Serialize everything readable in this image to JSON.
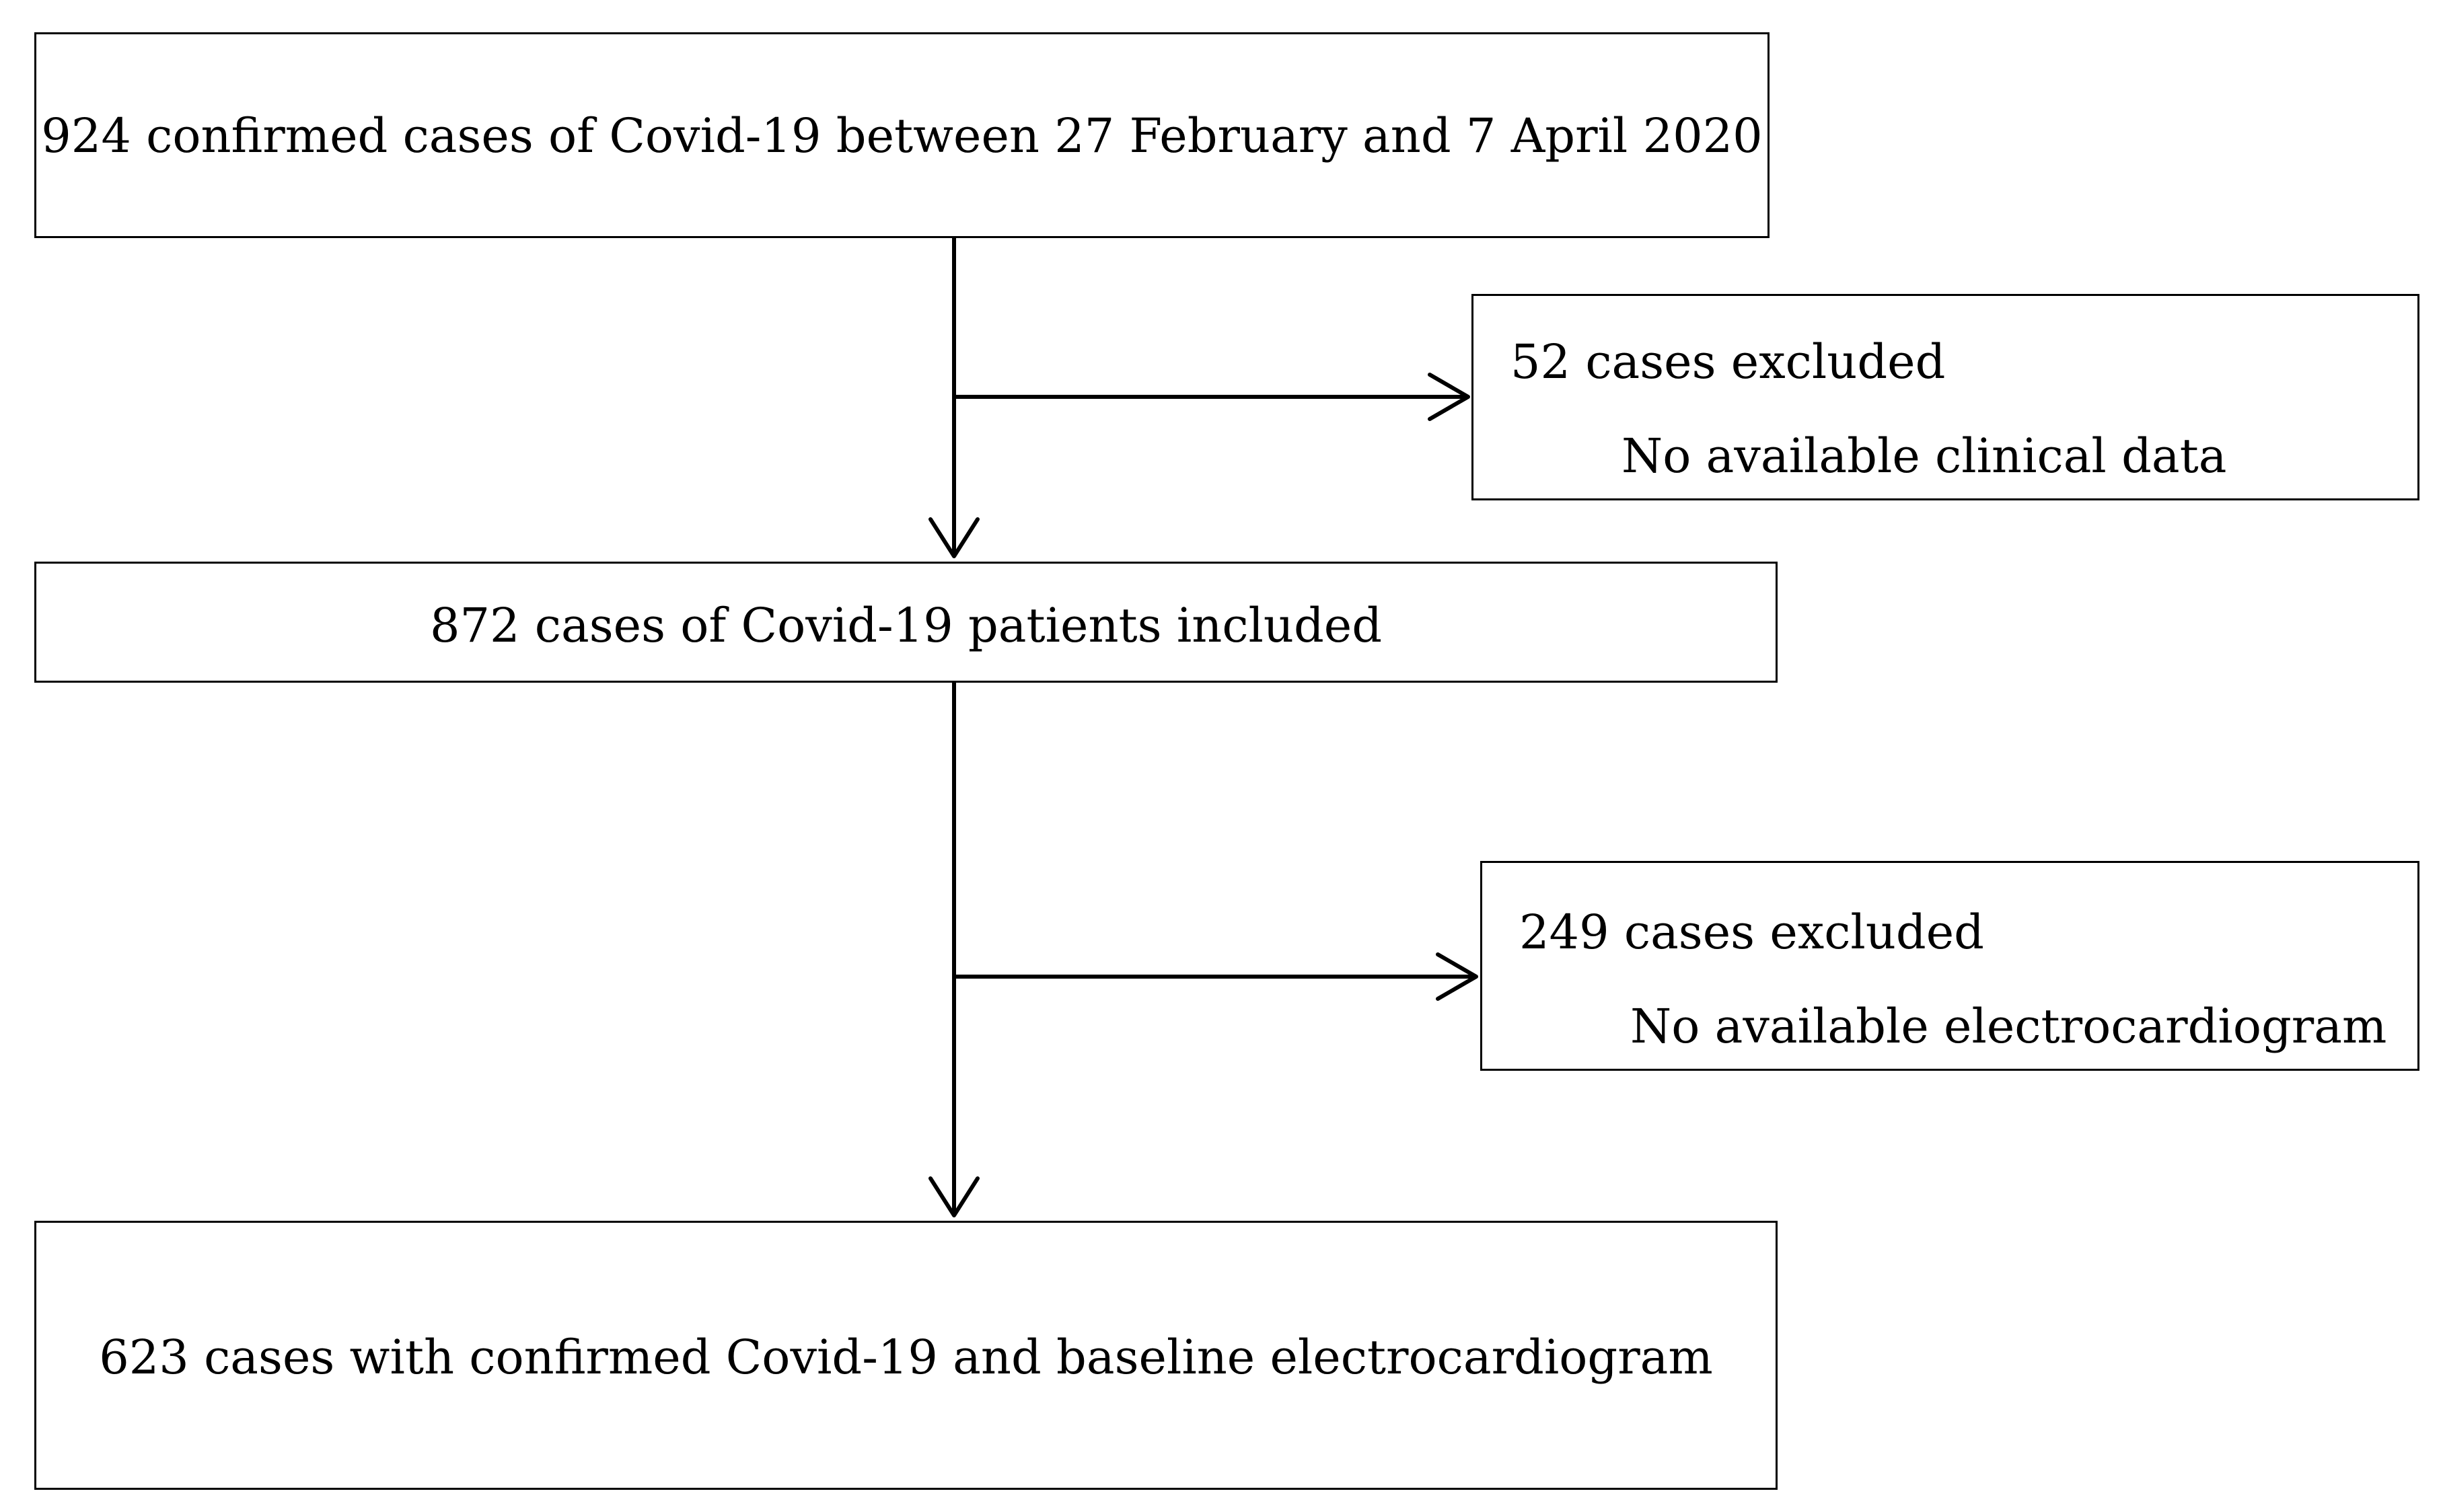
{
  "flowchart": {
    "boxes": [
      {
        "id": "screened",
        "lines": [
          "924 confirmed cases of Covid-19 between 27 February and 7 April 2020"
        ]
      },
      {
        "id": "exclusion_1",
        "lines": [
          "52 cases excluded",
          "No available clinical data"
        ]
      },
      {
        "id": "included",
        "lines": [
          "872 cases of Covid-19 patients included"
        ]
      },
      {
        "id": "exclusion_2",
        "lines": [
          "249 cases excluded",
          "No available electrocardiogram"
        ]
      },
      {
        "id": "final",
        "lines": [
          "623 cases with confirmed Covid-19 and baseline electrocardiogram"
        ]
      }
    ],
    "connectors": [
      {
        "from": "screened",
        "to": "included"
      },
      {
        "from": "screened",
        "to": "exclusion_1"
      },
      {
        "from": "included",
        "to": "final"
      },
      {
        "from": "included",
        "to": "exclusion_2"
      }
    ]
  }
}
